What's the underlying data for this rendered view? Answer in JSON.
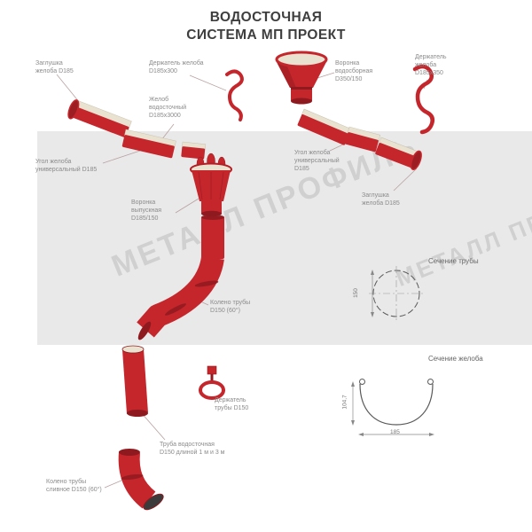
{
  "title": {
    "line1": "ВОДОСТОЧНАЯ",
    "line2": "СИСТЕМА МП ПРОЕКТ"
  },
  "watermark": {
    "text": "МЕТАЛЛ ПРОФИЛЬ"
  },
  "labels": {
    "end_cap_left": "Заглушка\nжелоба D185",
    "gutter_holder_300": "Держатель желоба\nD185х300",
    "funnel_collecting": "Воронка\nводосборная\nD350/150",
    "gutter_holder_350": "Держатель\nжелоба\nD185х350",
    "gutter": "Желоб\nводосточный\nD185х3000",
    "gutter_corner_left": "Угол желоба\nуниверсальный D185",
    "gutter_corner_right": "Угол желоба\nуниверсальный\nD185",
    "end_cap_right": "Заглушка\nжелоба D185",
    "funnel_outlet": "Воронка\nвыпускная\nD185/150",
    "pipe_elbow": "Колено трубы\nD150 (60°)",
    "pipe_holder": "Держатель\nтрубы D150",
    "pipe": "Труба водосточная\nD150 длиной 1 м и 3 м",
    "pipe_elbow_drain": "Колено трубы\nсливное D150 (60°)",
    "section_pipe": "Сечение трубы",
    "section_gutter": "Сечение желоба"
  },
  "dimensions": {
    "pipe_diameter": "150",
    "gutter_depth": "104,7",
    "gutter_width": "185"
  },
  "colors": {
    "red": "#c5262c",
    "red_dark": "#8e1a1f",
    "cream": "#eae2d0",
    "band": "#e9e9e9",
    "label_text": "#8b8b8b",
    "section_line": "#5a5a5a"
  }
}
